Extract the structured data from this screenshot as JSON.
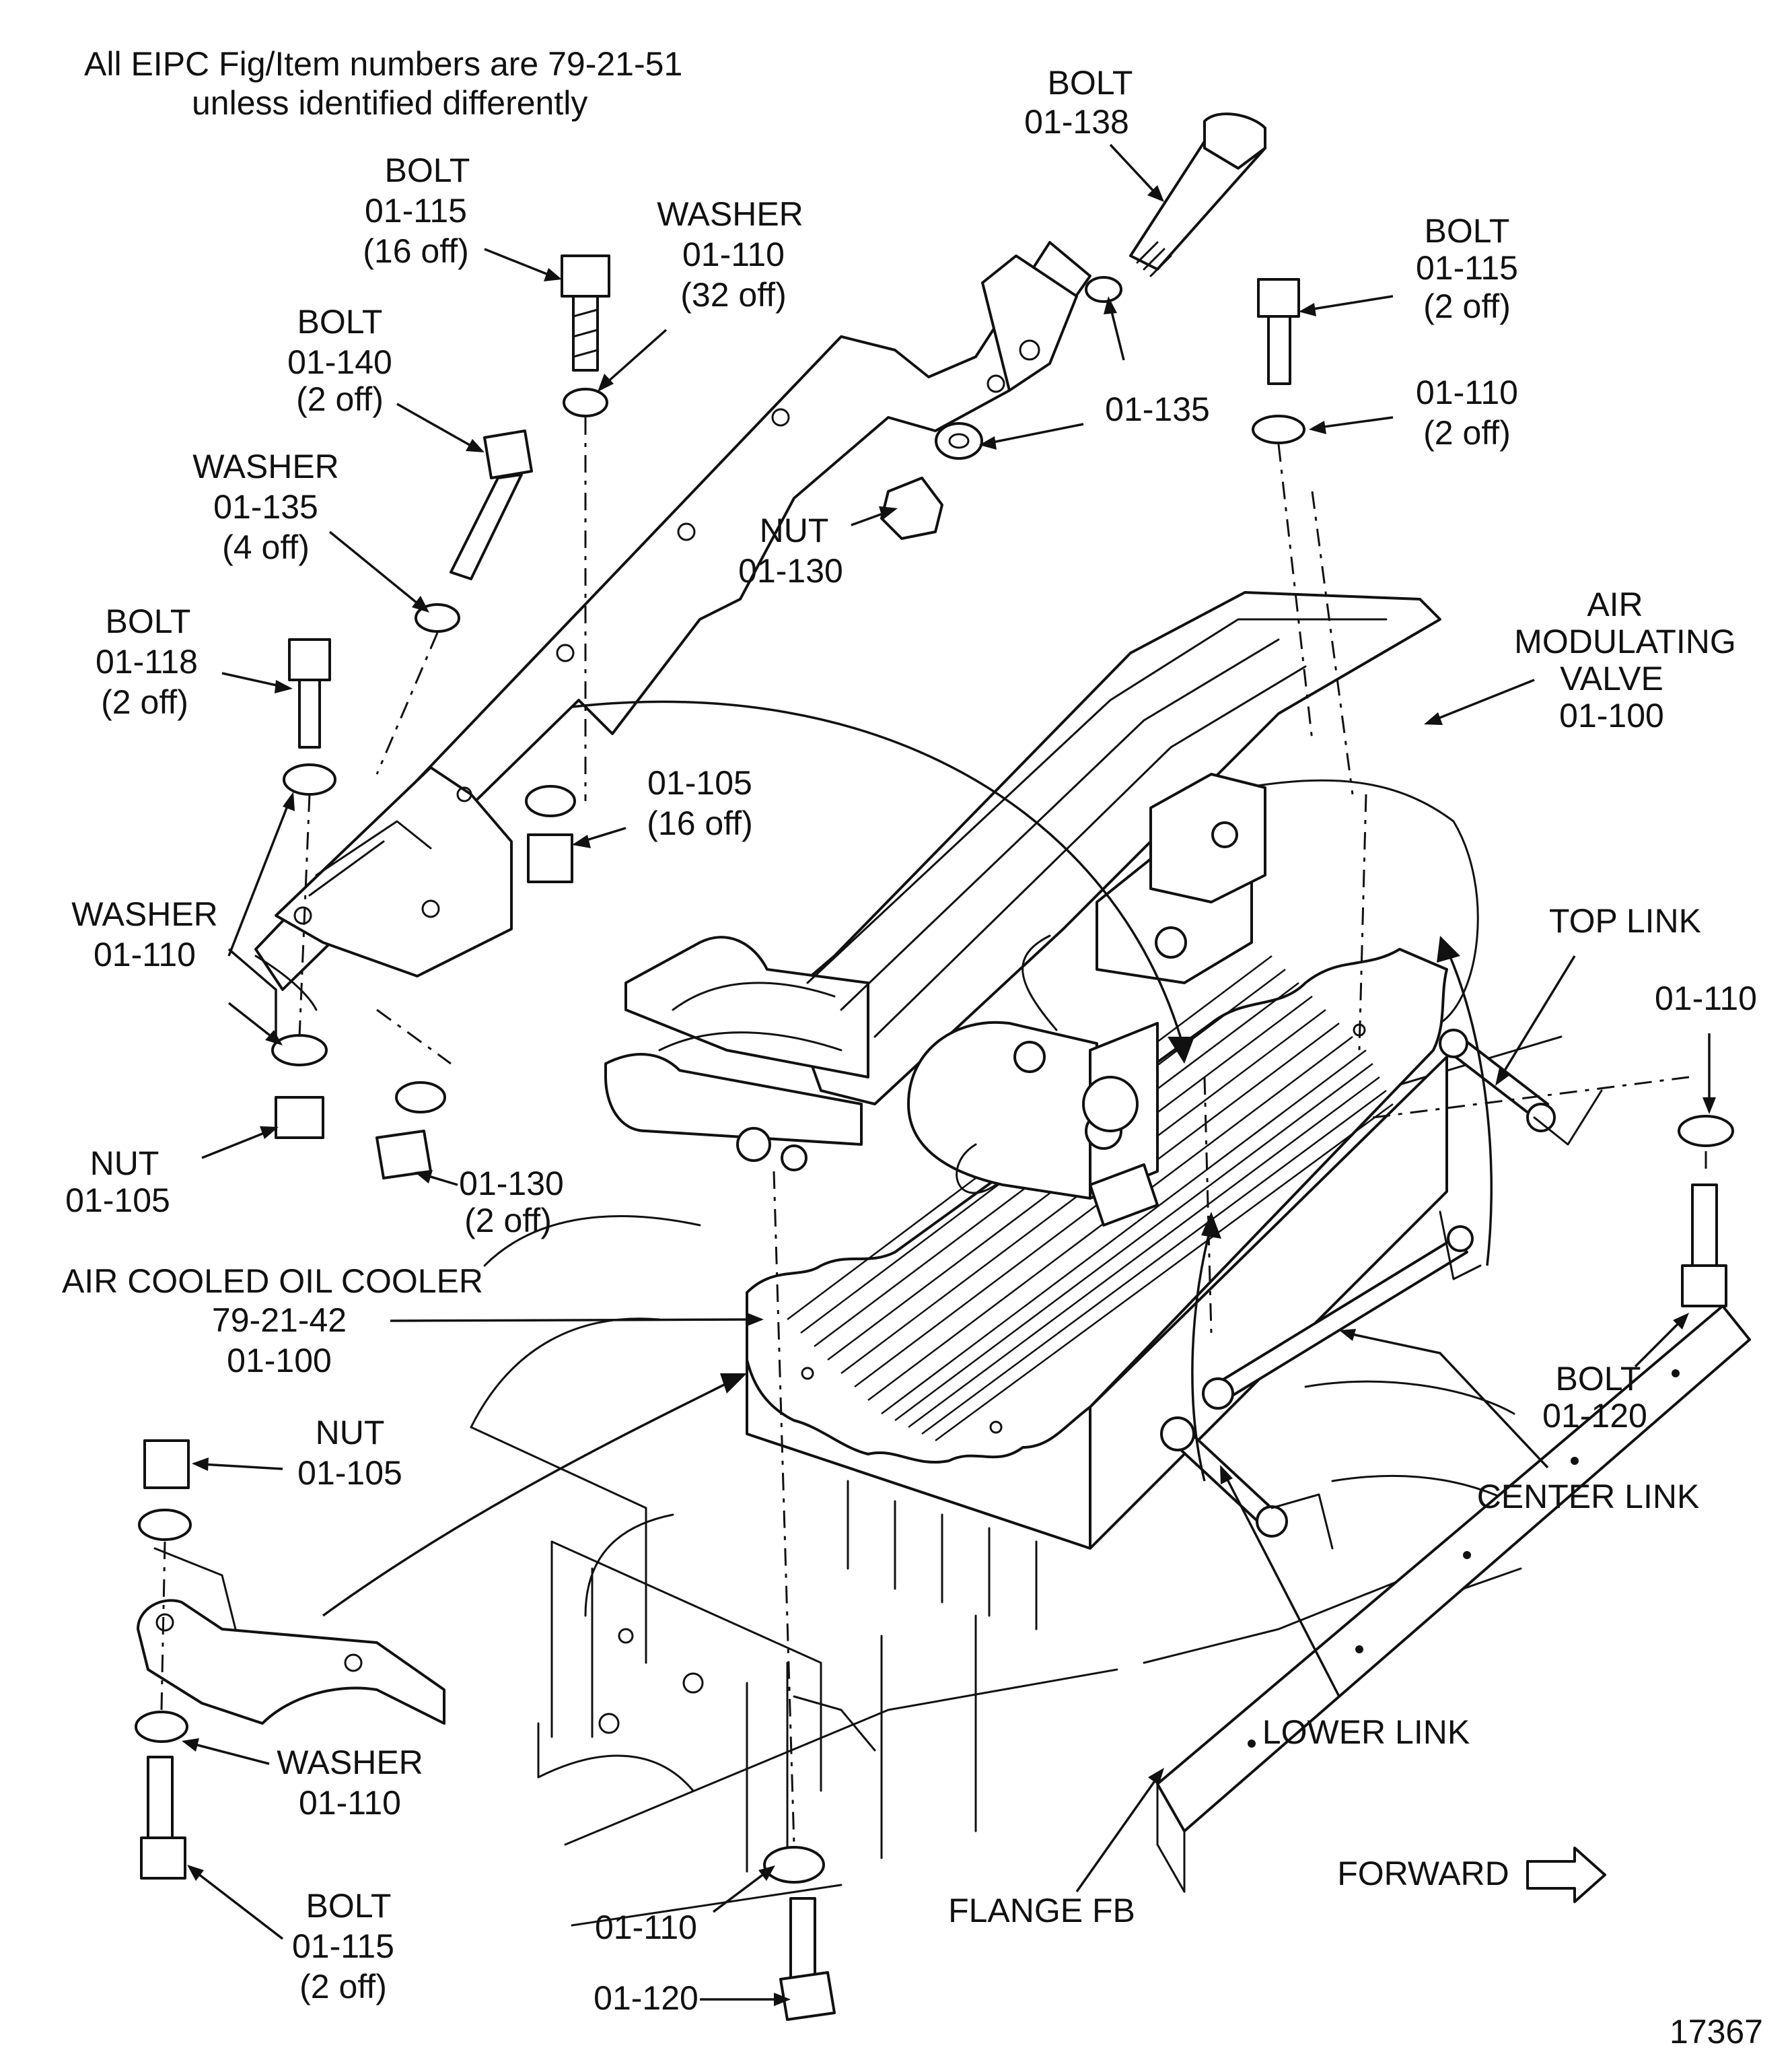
{
  "note": {
    "line1": "All EIPC Fig/Item numbers are  79-21-51",
    "line2": "unless identified differently"
  },
  "figure_number": "17367",
  "callouts": {
    "bolt_138": {
      "l1": "BOLT",
      "l2": "01-138"
    },
    "bolt_115_16": {
      "l1": "BOLT",
      "l2": "01-115",
      "l3": "(16 off)"
    },
    "washer_110_32": {
      "l1": "WASHER",
      "l2": "01-110",
      "l3": "(32 off)"
    },
    "bolt_140": {
      "l1": "BOLT",
      "l2": "01-140",
      "l3": "(2 off)"
    },
    "washer_135": {
      "l1": "WASHER",
      "l2": "01-135",
      "l3": "(4 off)"
    },
    "bolt_118": {
      "l1": "BOLT",
      "l2": "01-118",
      "l3": "(2 off)"
    },
    "washer_110_left": {
      "l1": "WASHER",
      "l2": "01-110"
    },
    "nut_105_left": {
      "l1": "NUT",
      "l2": "01-105"
    },
    "item_105_16": {
      "l1": "01-105",
      "l2": "(16 off)"
    },
    "item_135": {
      "l1": "01-135"
    },
    "nut_130": {
      "l1": "NUT",
      "l2": "01-130"
    },
    "item_130_2": {
      "l1": "01-130",
      "l2": "(2 off)"
    },
    "bolt_115_2_top": {
      "l1": "BOLT",
      "l2": "01-115",
      "l3": "(2 off)"
    },
    "item_110_2": {
      "l1": "01-110",
      "l2": "(2 off)"
    },
    "air_modulating_valve": {
      "l1": "AIR",
      "l2": "MODULATING",
      "l3": "VALVE",
      "l4": "01-100"
    },
    "top_link": {
      "l1": "TOP LINK"
    },
    "item_110_right": {
      "l1": "01-110"
    },
    "bolt_120_right": {
      "l1": "BOLT",
      "l2": "01-120"
    },
    "center_link": {
      "l1": "CENTER LINK"
    },
    "lower_link": {
      "l1": "LOWER LINK"
    },
    "oil_cooler": {
      "l1": "AIR COOLED  OIL COOLER",
      "l2": "79-21-42",
      "l3": "01-100"
    },
    "nut_105_bottom": {
      "l1": "NUT",
      "l2": "01-105"
    },
    "washer_110_bottom": {
      "l1": "WASHER",
      "l2": "01-110"
    },
    "bolt_115_bottom": {
      "l1": "BOLT",
      "l2": "01-115",
      "l3": "(2 off)"
    },
    "item_110_bottom": {
      "l1": "01-110"
    },
    "item_120_bottom": {
      "l1": "01-120"
    },
    "flange_fb": {
      "l1": "FLANGE FB"
    },
    "forward": {
      "l1": "FORWARD"
    }
  }
}
